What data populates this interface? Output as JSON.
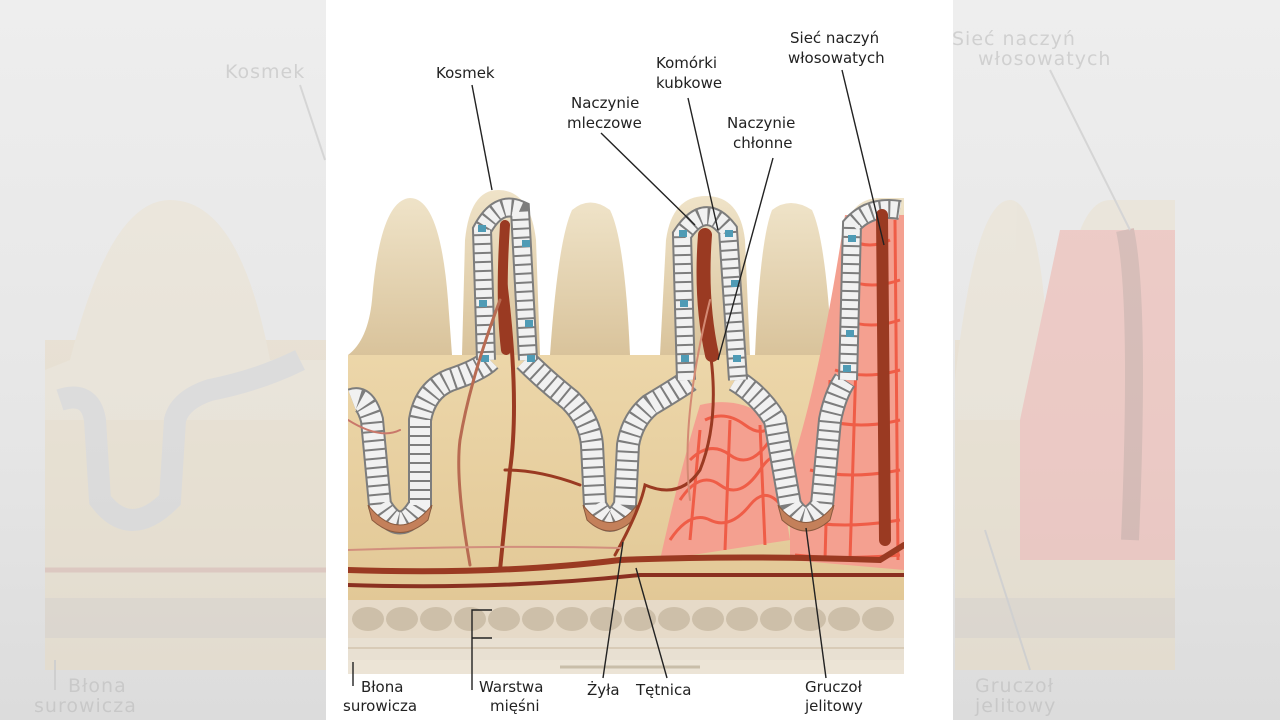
{
  "labels": {
    "kosmek": "Kosmek",
    "komorki_line1": "Komórki",
    "komorki_line2": "kubkowe",
    "siec_line1": "Sieć naczyń",
    "siec_line2": "włosowatych",
    "mleczowe_line1": "Naczynie",
    "mleczowe_line2": "mleczowe",
    "chlonne_line1": "Naczynie",
    "chlonne_line2": "chłonne",
    "blona_line1": "Błona",
    "blona_line2": "surowicza",
    "warstwa_line1": "Warstwa",
    "warstwa_line2": "mięśni",
    "zyla": "Żyła",
    "tetnica": "Tętnica",
    "gruczol_line1": "Gruczoł",
    "gruczol_line2": "jelitowy"
  },
  "colors": {
    "tissue": "#e9d1a3",
    "villus_top": "#dcc8a2",
    "goblet_cell": "#4f9bb5",
    "epithelium": "#f1f1f1",
    "gland_cell": "#c4805a",
    "vessel_dark": "#9a3a22",
    "capillary": "#ef5640",
    "muscle": "#d8cbb7"
  }
}
